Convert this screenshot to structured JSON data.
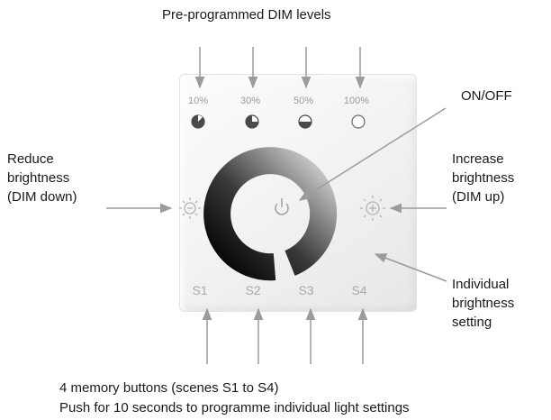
{
  "callouts": {
    "top": "Pre-programmed DIM levels",
    "onoff": "ON/OFF",
    "reduce": [
      "Reduce",
      "brightness",
      "(DIM down)"
    ],
    "increase": [
      "Increase",
      "brightness",
      "(DIM up)"
    ],
    "individual": [
      "Individual",
      "brightness",
      "setting"
    ],
    "bottom": [
      "4 memory buttons (scenes S1 to S4)",
      "Push for 10 seconds to programme individual light settings"
    ]
  },
  "panel": {
    "dim_levels": [
      "10%",
      "30%",
      "50%",
      "100%"
    ],
    "scenes": [
      "S1",
      "S2",
      "S3",
      "S4"
    ]
  }
}
